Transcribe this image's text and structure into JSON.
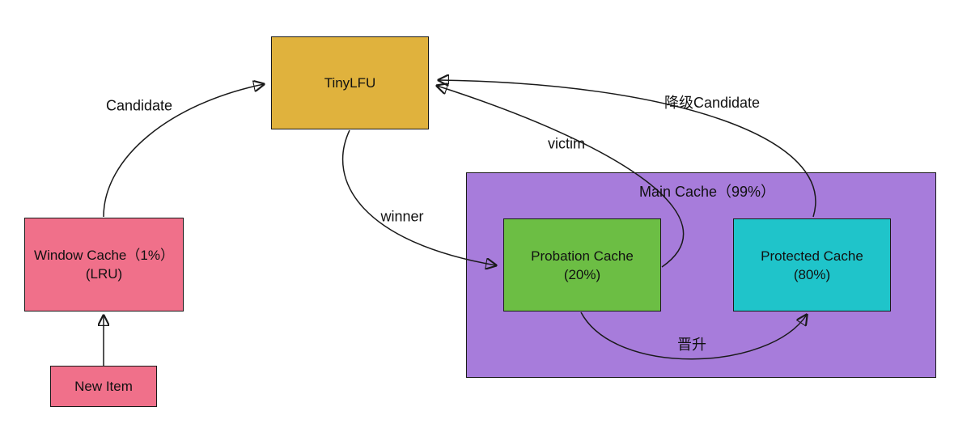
{
  "diagram": {
    "background_color": "#ffffff",
    "line_color": "#1a1a1a",
    "nodes": {
      "tinylfu": {
        "label": "TinyLFU",
        "color": "#E0B23D"
      },
      "window_cache": {
        "label_line1": "Window Cache（1%）",
        "label_line2": "(LRU)",
        "color": "#F0708A"
      },
      "new_item": {
        "label": "New Item",
        "color": "#F0708A"
      },
      "main_cache": {
        "label": "Main Cache（99%）",
        "color": "#A77CDB"
      },
      "probation_cache": {
        "label_line1": "Probation Cache",
        "label_line2": "(20%)",
        "color": "#6CBE44"
      },
      "protected_cache": {
        "label_line1": "Protected Cache",
        "label_line2": "(80%)",
        "color": "#1FC4CA"
      }
    },
    "edges": {
      "candidate": {
        "label": "Candidate",
        "from": "window_cache",
        "to": "tinylfu"
      },
      "new_item_insert": {
        "label": "",
        "from": "new_item",
        "to": "window_cache"
      },
      "winner": {
        "label": "winner",
        "from": "tinylfu",
        "to": "probation_cache"
      },
      "victim": {
        "label": "victim",
        "from": "probation_cache",
        "to": "tinylfu"
      },
      "demote": {
        "label": "降级Candidate",
        "from": "protected_cache",
        "to": "tinylfu"
      },
      "promote": {
        "label": "晋升",
        "from": "probation_cache",
        "to": "protected_cache"
      }
    }
  }
}
